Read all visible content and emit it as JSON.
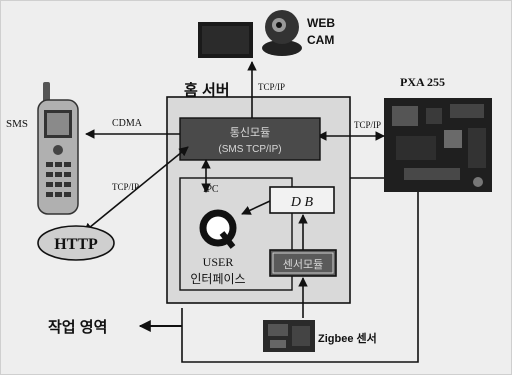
{
  "labels": {
    "web_cam_line1": "WEB",
    "web_cam_line2": "CAM",
    "home_server": "홈 서버",
    "pxa": "PXA 255",
    "sms": "SMS",
    "cdma": "CDMA",
    "tcpip_top": "TCP/IP",
    "tcpip_right": "TCP/IP",
    "tcpip_left": "TCP/IP",
    "comm_module_line1": "통신모듈",
    "comm_module_line2": "(SMS TCP/IP)",
    "ipc": "IPC",
    "db": "D B",
    "http": "HTTP",
    "user_line1": "USER",
    "user_line2": "인터페이스",
    "sensor_module": "센서모듈",
    "work_area": "작업 영역",
    "zigbee": "Zigbee 센서"
  },
  "colors": {
    "server_box": "#d9d9d9",
    "comm_module": "#4a4a4a",
    "sensor_module": "#5a5a5a",
    "http_oval": "#cfcfcf",
    "line": "#111111"
  },
  "icons": {
    "phone": "mobile-phone-icon",
    "camera": "webcam-icon",
    "board": "pxa255-board-icon",
    "monitor": "monitor-icon",
    "sensor": "zigbee-sensor-icon",
    "app_logo": "q-logo-icon"
  }
}
